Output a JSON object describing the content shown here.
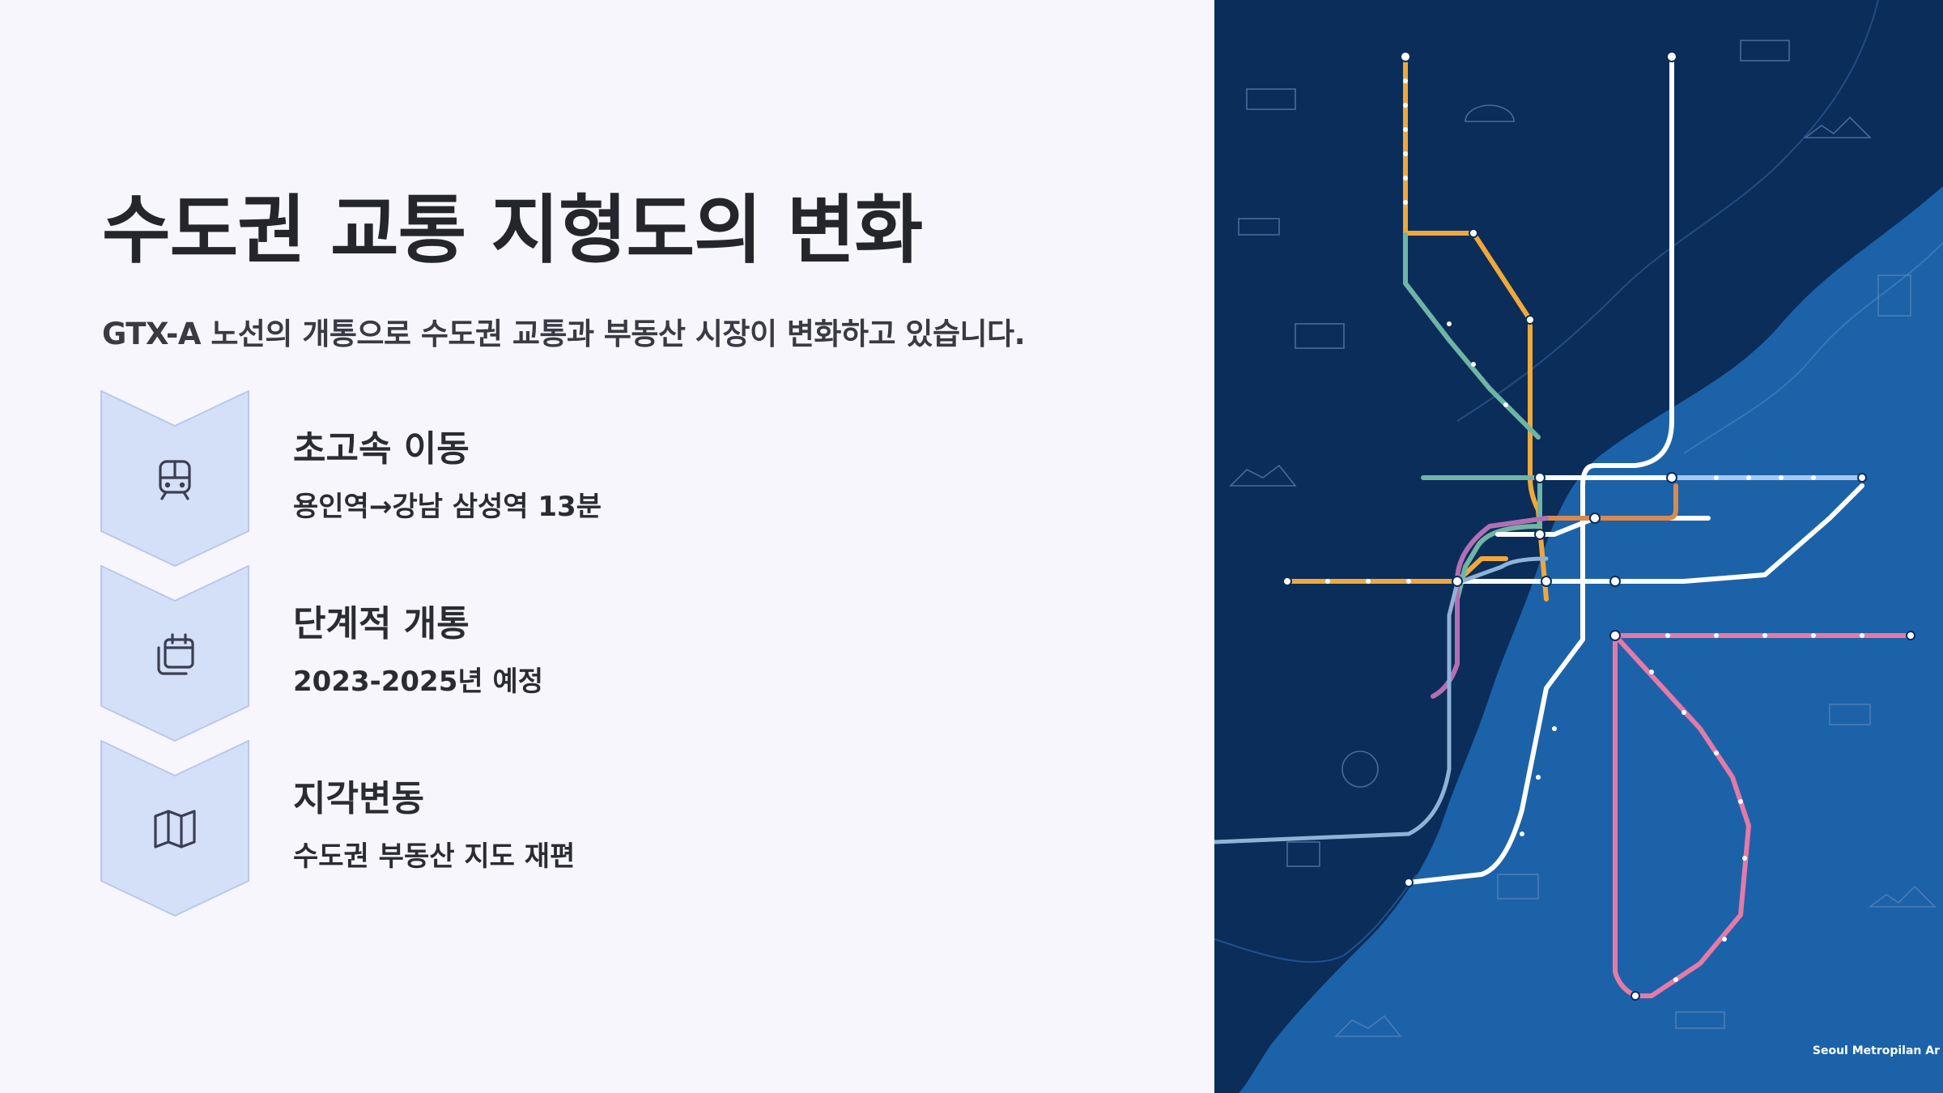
{
  "slide": {
    "title": "수도권 교통 지형도의 변화",
    "subtitle": "GTX-A 노선의 개통으로 수도권 교통과 부동산 시장이 변화하고 있습니다.",
    "steps": [
      {
        "icon": "train-icon",
        "title": "초고속 이동",
        "description": "용인역→강남 삼성역 13분"
      },
      {
        "icon": "calendar-icon",
        "title": "단계적 개통",
        "description": "2023-2025년 예정"
      },
      {
        "icon": "map-icon",
        "title": "지각변동",
        "description": "수도권 부동산 지도 재편"
      }
    ]
  },
  "map": {
    "credit": "Seoul Metropilan Ar",
    "colors": {
      "land": "#0b2d5a",
      "water": "#1c62a9",
      "line_orange": "#f0a83a",
      "line_green": "#6fb5a6",
      "line_white": "#ffffff",
      "line_pink": "#e57aa7",
      "line_lightblue": "#a9c8ee",
      "line_copper": "#d88a4f",
      "line_purple": "#b46fb3"
    }
  },
  "colors": {
    "background": "#f7f6fd",
    "chevron_fill": "#d4e0f8",
    "chevron_stroke": "#b9c8ea",
    "text": "#26262e"
  }
}
